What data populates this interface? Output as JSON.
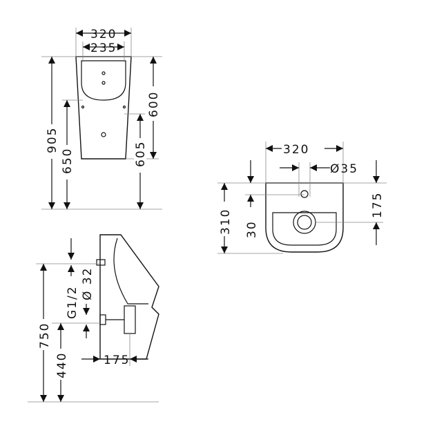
{
  "front_view": {
    "width_outer": "320",
    "width_inner": "235",
    "height_total": "905",
    "height_650": "650",
    "height_605": "605",
    "height_600": "600"
  },
  "top_view": {
    "width": "320",
    "diameter": "Ø35",
    "depth": "310",
    "offset": "30",
    "outlet": "175"
  },
  "side_view": {
    "height_inlet": "750",
    "height_outlet": "440",
    "inlet_thread": "G1/2",
    "outlet_diameter": "Ø 32",
    "projection": "175"
  }
}
